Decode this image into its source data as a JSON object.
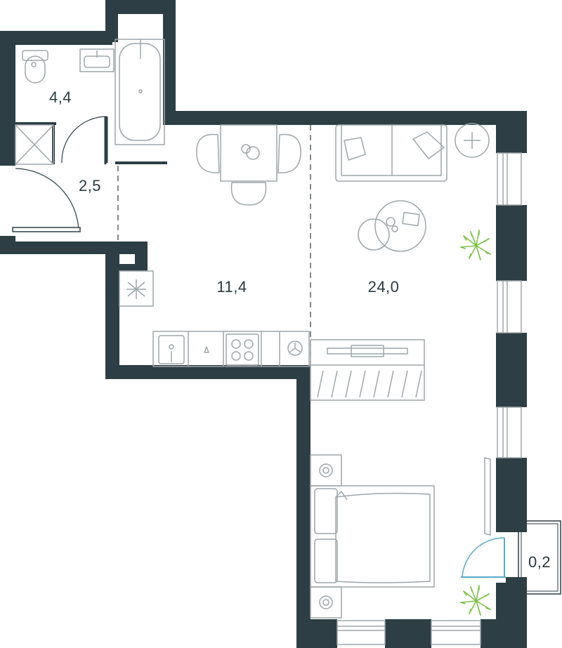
{
  "plan": {
    "colors": {
      "wall": "#2d3e45",
      "furniture": "#9ea6aa",
      "window_frame": "#9ea6aa",
      "door_swing": "#5aa9c9",
      "plant": "#7cc24a",
      "label": "#2b3a40",
      "background": "#ffffff"
    },
    "rooms": [
      {
        "id": "bathroom",
        "area": "4,4"
      },
      {
        "id": "hallway",
        "area": "2,5"
      },
      {
        "id": "kitchen",
        "area": "11,4"
      },
      {
        "id": "living-room",
        "area": "24,0"
      },
      {
        "id": "balcony",
        "area": "0,2"
      }
    ],
    "icons": [
      "toilet-icon",
      "washbasin-icon",
      "bathtub-icon",
      "wardrobe-icon",
      "dining-table-icon",
      "sofa-icon",
      "coffee-table-icon",
      "floor-lamp-icon",
      "plant-icon",
      "fridge-icon",
      "sink-icon",
      "stove-icon",
      "tv-unit-icon",
      "bed-icon",
      "nightstand-icon"
    ]
  }
}
